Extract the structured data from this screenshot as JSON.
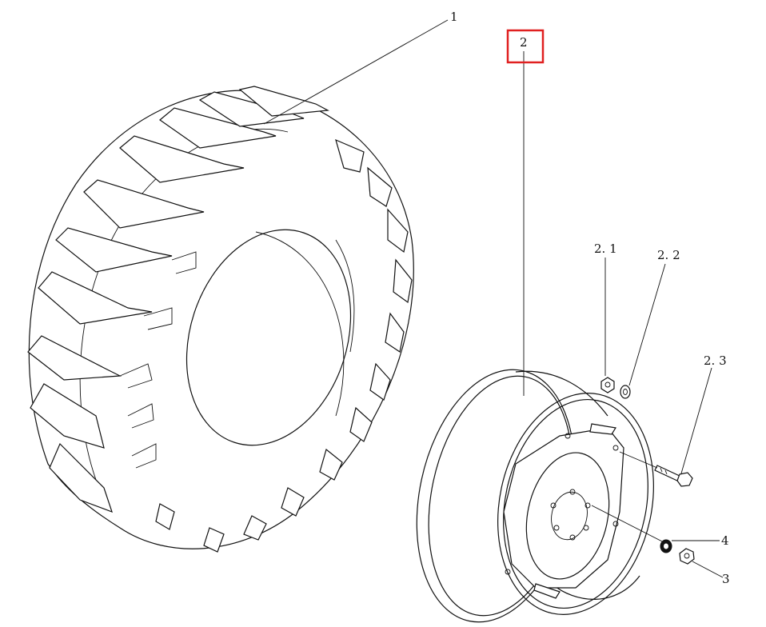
{
  "callouts": {
    "tire": "1",
    "rim_assembly": "2",
    "nut": "2. 1",
    "washer": "2. 2",
    "bolt": "2. 3",
    "hub_nut": "3",
    "hub_washer": "4"
  },
  "highlight_color": "#e02020",
  "line_color": "#111111"
}
